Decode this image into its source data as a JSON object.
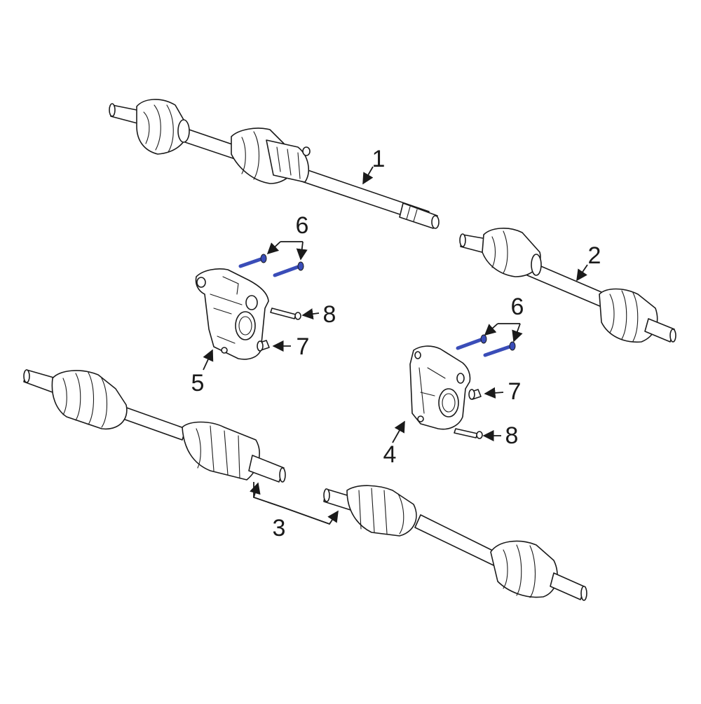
{
  "colors": {
    "outline": "#1a1a1a",
    "background": "#ffffff",
    "highlight_bolt": "#3a4db8"
  },
  "callouts": {
    "c1": "1",
    "c2": "2",
    "c3": "3",
    "c4": "4",
    "c5": "5",
    "c6a": "6",
    "c6b": "6",
    "c7a": "7",
    "c7b": "7",
    "c8a": "8",
    "c8b": "8"
  },
  "icons": [
    "axle-shaft-1-icon",
    "axle-shaft-2-icon",
    "axle-shaft-3-icon",
    "bracket-4-icon",
    "bracket-5-icon",
    "bolt-6-icon",
    "bolt-7-icon",
    "stud-8-icon"
  ]
}
